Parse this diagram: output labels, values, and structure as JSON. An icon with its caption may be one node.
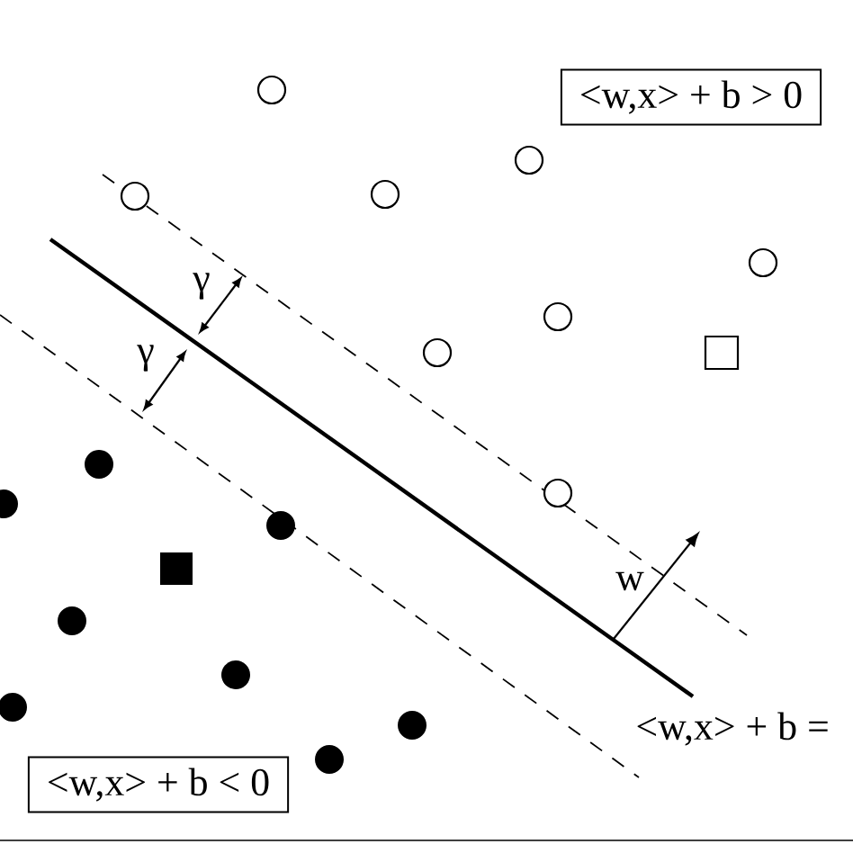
{
  "diagram": {
    "nodes": [
      {
        "text": [
          "<w,x> + b > 0"
        ]
      },
      {
        "text": [
          "<w,x> + b < 0"
        ]
      }
    ],
    "labels": [
      "γ",
      "γ",
      "w",
      "<w,x> + b ="
    ]
  }
}
